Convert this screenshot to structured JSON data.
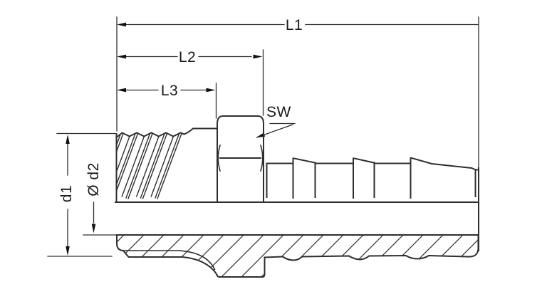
{
  "drawing": {
    "kind": "technical-drawing-hose-barb-fitting",
    "background": "#ffffff",
    "line_color": "#2e2e2e",
    "accent_color": "#111111",
    "dimensions": {
      "l1": "L1",
      "l2": "L2",
      "l3": "L3",
      "d1": "d1",
      "d2": "Ø d2",
      "sw": "SW"
    }
  }
}
